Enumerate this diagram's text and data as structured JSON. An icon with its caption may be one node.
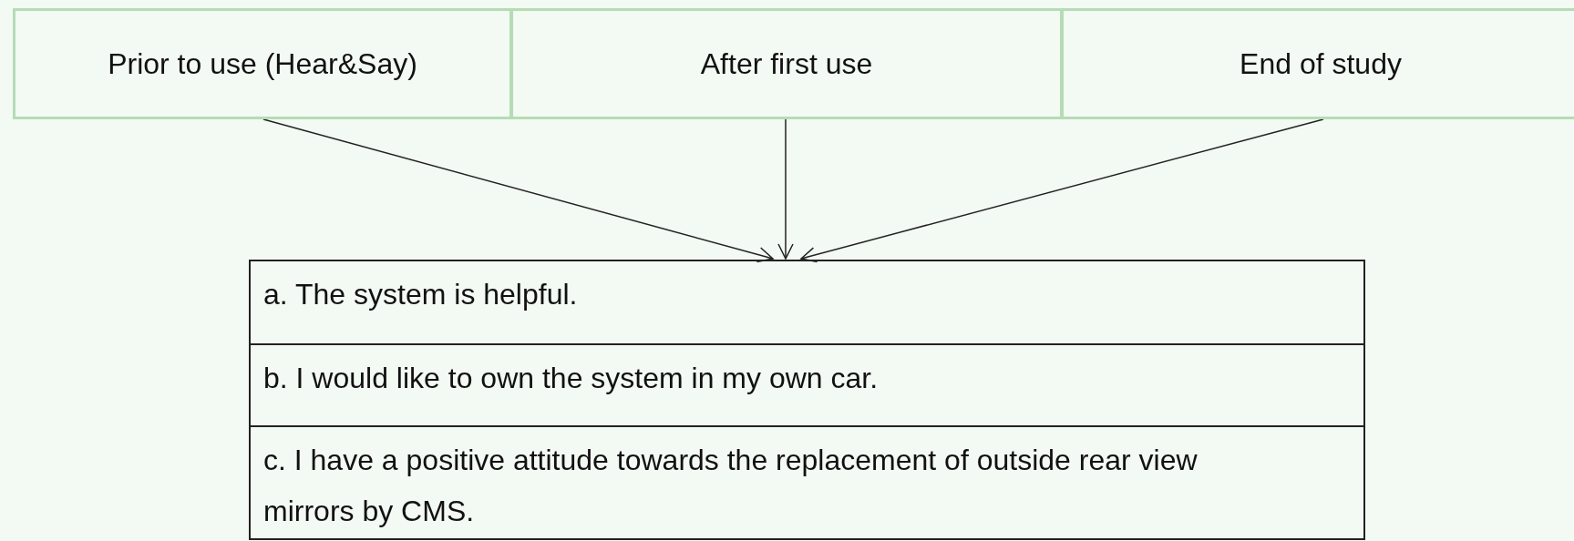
{
  "diagram": {
    "nodes": [
      {
        "text": [
          "Prior to use (Hear&Say)"
        ]
      },
      {
        "text": [
          "After first use"
        ]
      },
      {
        "text": [
          "End of study"
        ]
      },
      {
        "text": [],
        "shape": "box"
      },
      {
        "text": [
          "a. The system is helpful."
        ],
        "in": 3
      },
      {
        "text": [
          "b. I would like to own the system in my own car."
        ],
        "in": 3
      },
      {
        "text": [
          "c. I have a positive attitude towards the replacement of outside rear view mirrors by CMS."
        ],
        "in": 3
      }
    ],
    "edges": [
      {
        "from": 0,
        "to": 3,
        "arrow": "to"
      },
      {
        "from": 1,
        "to": 3,
        "arrow": "to"
      },
      {
        "from": 2,
        "to": 3,
        "arrow": "to"
      }
    ]
  }
}
